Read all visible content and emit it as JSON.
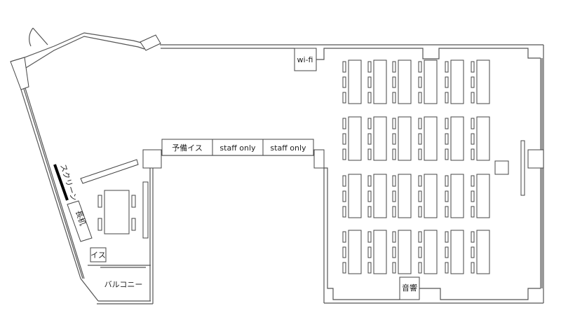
{
  "labels": {
    "wifi": "wi-fi",
    "spare_chairs": "予備イス",
    "staff_only_1": "staff only",
    "staff_only_2": "staff only",
    "screen": "スクリーン",
    "long_desk": "長机",
    "chair": "イス",
    "balcony": "バルコニー",
    "audio": "音響"
  },
  "seating": {
    "columns": 6,
    "rows": 4,
    "chairs_per_desk": 3
  },
  "colors": {
    "wall": "#555555",
    "screen": "#000000"
  }
}
